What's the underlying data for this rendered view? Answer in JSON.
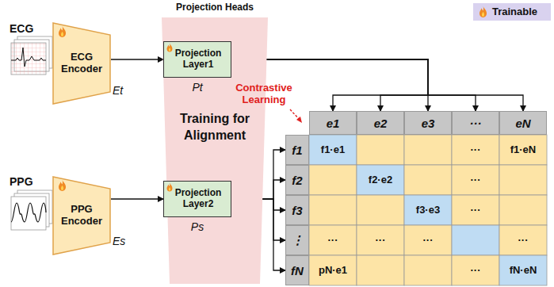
{
  "diagram": {
    "nodes": [
      {
        "text": [
          "ECG Encoder",
          "Et"
        ]
      },
      {
        "text": [
          "PPG Encoder",
          "Es"
        ]
      },
      {
        "text": [
          "Projection Heads",
          "Training for Alignment"
        ]
      },
      {
        "text": [
          "Projection Layer1",
          "Pt"
        ],
        "in": 2
      },
      {
        "text": [
          "Projection Layer2",
          "Ps"
        ],
        "in": 2
      },
      {
        "text": [
          "e1"
        ]
      },
      {
        "text": [
          "e2"
        ]
      },
      {
        "text": [
          "e3"
        ]
      },
      {
        "text": [
          "···"
        ]
      },
      {
        "text": [
          "eN"
        ]
      },
      {
        "text": [
          "f1"
        ]
      },
      {
        "text": [
          "f2"
        ]
      },
      {
        "text": [
          "f3"
        ]
      },
      {
        "text": [
          "⋮"
        ]
      },
      {
        "text": [
          "fN"
        ]
      }
    ],
    "edges": [
      {
        "from": 0,
        "to": 3,
        "arrow": "to"
      },
      {
        "from": 1,
        "to": 4,
        "arrow": "to"
      },
      {
        "from": 3,
        "to": 5,
        "arrow": "to"
      },
      {
        "from": 3,
        "to": 6,
        "arrow": "to"
      },
      {
        "from": 3,
        "to": 7,
        "arrow": "to"
      },
      {
        "from": 3,
        "to": 8,
        "arrow": "to"
      },
      {
        "from": 3,
        "to": 9,
        "arrow": "to"
      },
      {
        "from": 4,
        "to": 10,
        "arrow": "to"
      },
      {
        "from": 4,
        "to": 11,
        "arrow": "to"
      },
      {
        "from": 4,
        "to": 12,
        "arrow": "to"
      },
      {
        "from": 4,
        "to": 13,
        "arrow": "to"
      },
      {
        "from": 4,
        "to": 14,
        "arrow": "to"
      }
    ],
    "labels": [
      "ECG",
      "PPG",
      "Contrastive Learning",
      "f1·e1",
      "···",
      "f1·eN",
      "f2·e2",
      "···",
      "f3·e3",
      "···",
      "···",
      "···",
      "···",
      "···",
      "pN·e1",
      "···",
      "fN·eN"
    ],
    "legend": [
      {
        "text": "Trainable"
      }
    ]
  }
}
